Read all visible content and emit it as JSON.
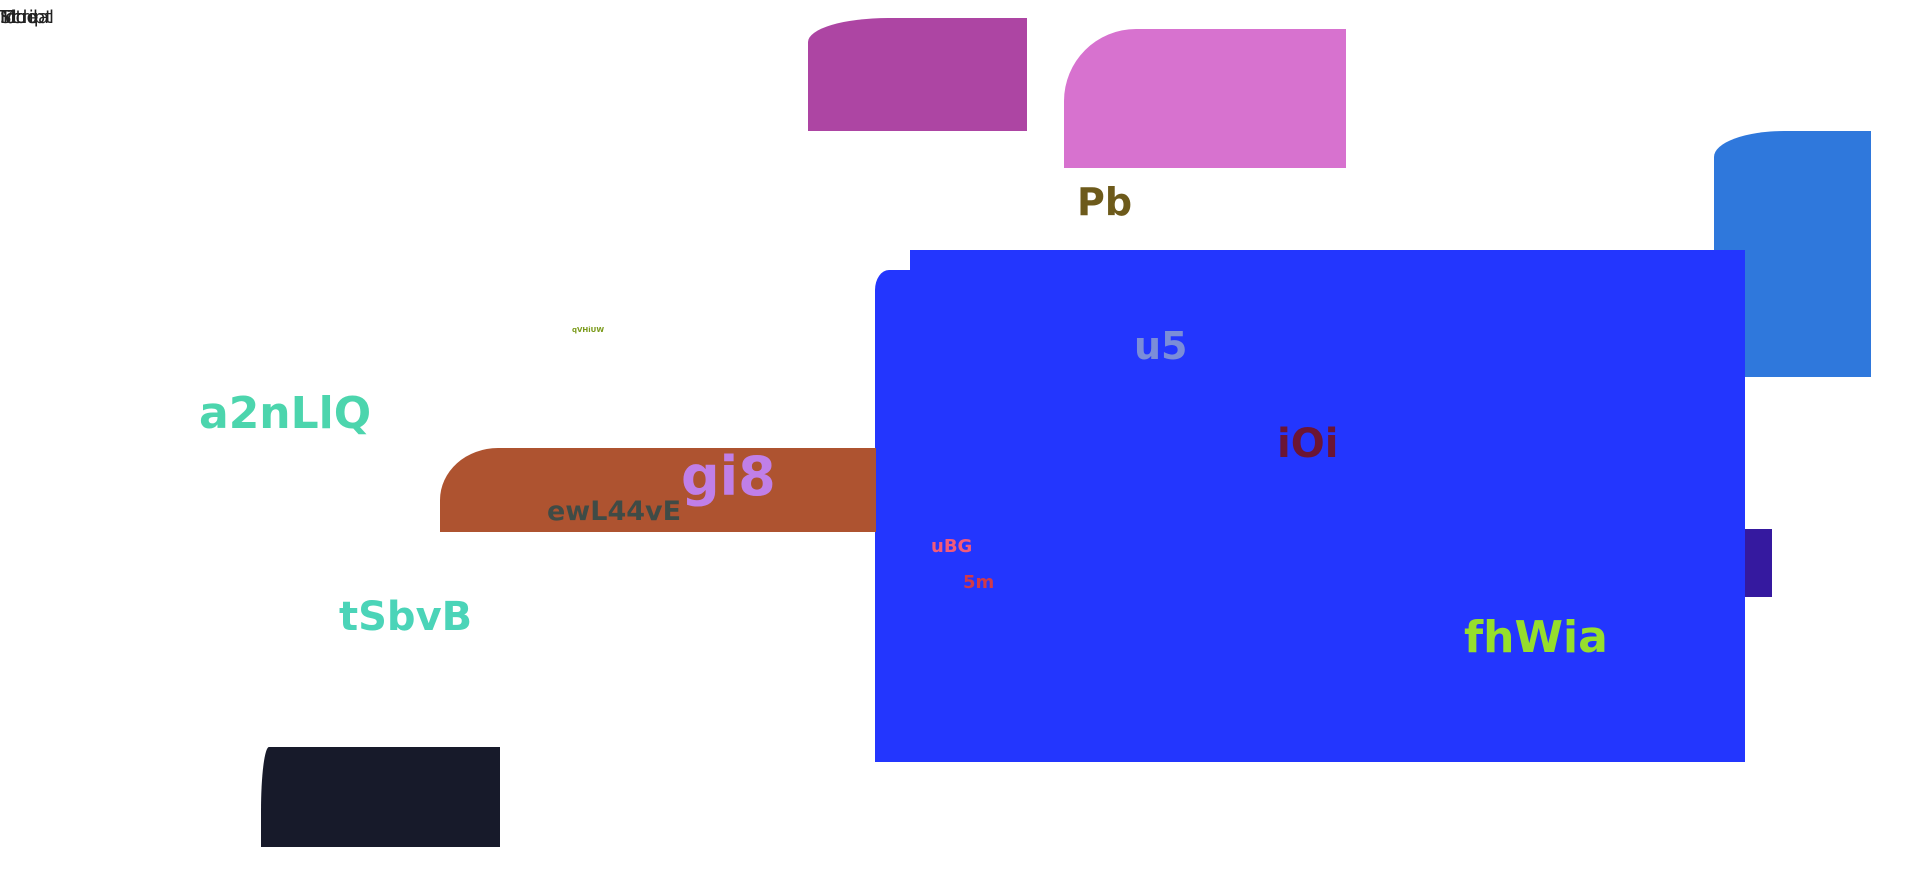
{
  "corner_text": [
    "Id",
    "Id",
    "Modal",
    "Title",
    "Script"
  ],
  "labels": {
    "pb": "Pb",
    "u5": "u5",
    "ioi": "iOi",
    "gi8": "gi8",
    "ewl44ve": "ewL44vE",
    "a2nllq": "a2nLlQ",
    "tsbvb": "tSbvB",
    "ubg": "uBG",
    "five_m": "5m",
    "fhwia": "fhWia",
    "tiny": "qVHiUW"
  },
  "colors": {
    "purple": "#ad45a3",
    "pink": "#d772cf",
    "skyblue": "#2f78dc",
    "blue_main": "#2336fe",
    "indigo": "#35199f",
    "rust": "#ae5330",
    "navy": "#171a2a",
    "olive": "#6d5a1b",
    "lavender_text": "#7b8dd8",
    "maroon_text": "#6b1535",
    "lilac_text": "#c07fe8",
    "slate_text": "#3f4b46",
    "teal_text": "#4cd5ad",
    "teal2_text": "#4bd4b8",
    "pink_text": "#f25a7a",
    "red_text": "#cf3a4a",
    "lime_text": "#96de2c",
    "tiny_text": "#7a9a1a"
  }
}
